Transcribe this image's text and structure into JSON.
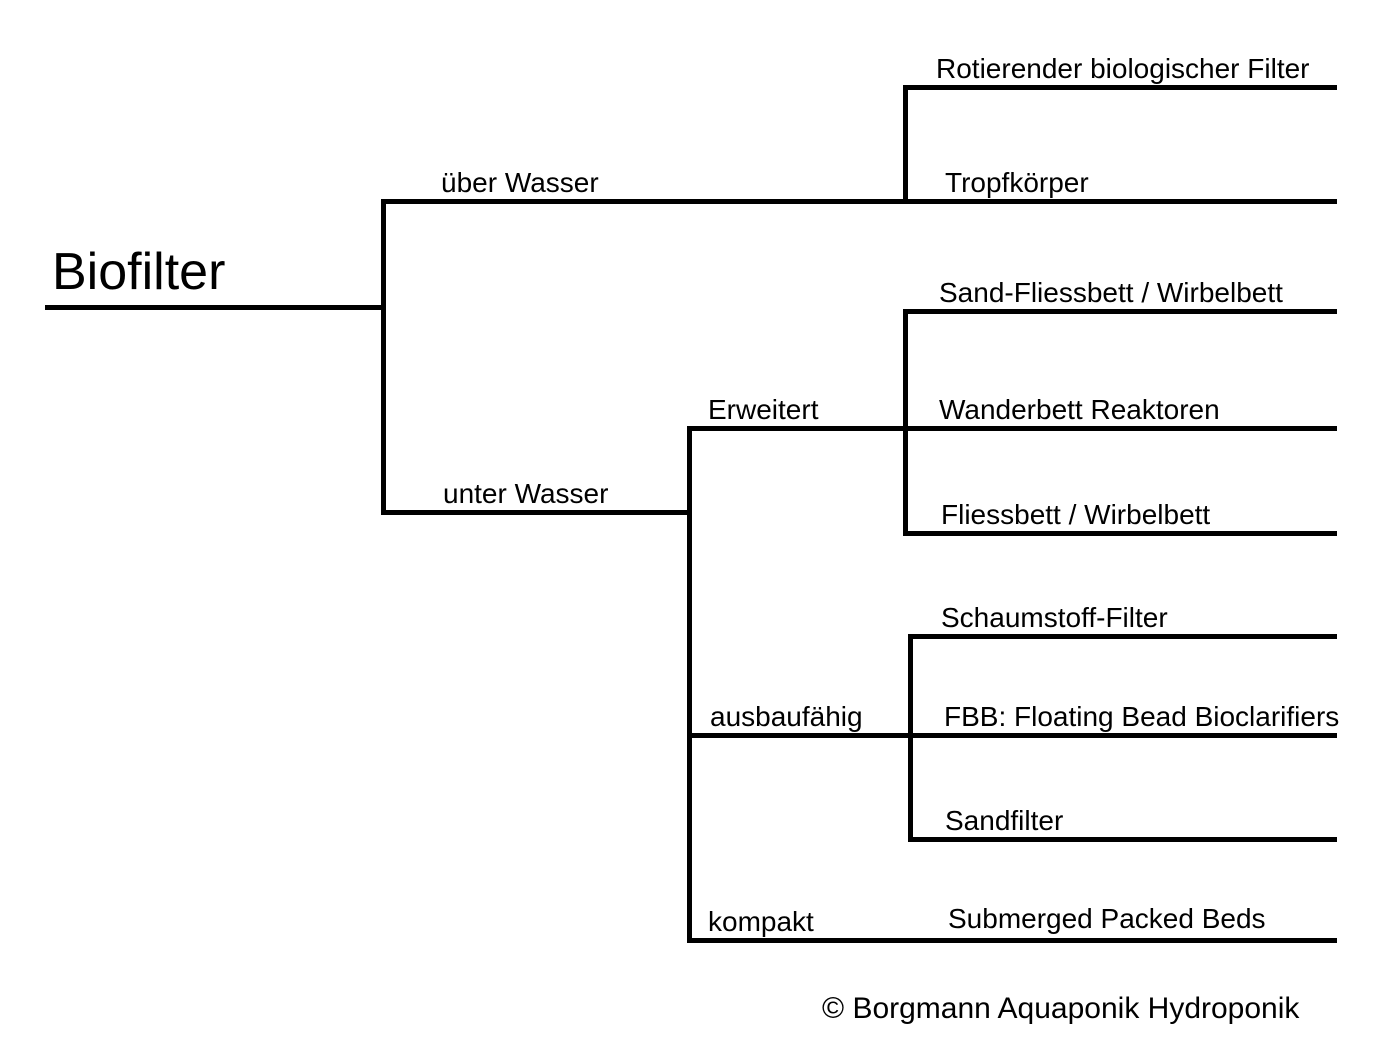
{
  "diagram_title": "Biofilter",
  "tree": {
    "label": "Biofilter",
    "children": [
      {
        "label": "über Wasser",
        "children": [
          {
            "label": "Rotierender biologischer Filter"
          },
          {
            "label": "Tropfkörper"
          }
        ]
      },
      {
        "label": "unter Wasser",
        "children": [
          {
            "label": "Erweitert",
            "children": [
              {
                "label": "Sand-Fliessbett / Wirbelbett"
              },
              {
                "label": "Wanderbett Reaktoren"
              },
              {
                "label": "Fliessbett / Wirbelbett"
              }
            ]
          },
          {
            "label": "ausbaufähig",
            "children": [
              {
                "label": "Schaumstoff-Filter"
              },
              {
                "label": "FBB: Floating Bead Bioclarifiers"
              },
              {
                "label": "Sandfilter"
              }
            ]
          },
          {
            "label": "kompakt",
            "children": [
              {
                "label": "Submerged Packed Beds"
              }
            ]
          }
        ]
      }
    ]
  },
  "footer": {
    "copyright": "© Borgmann Aquaponik Hydroponik"
  },
  "colors": {
    "line": "#000000",
    "text": "#000000",
    "background": "#ffffff"
  }
}
